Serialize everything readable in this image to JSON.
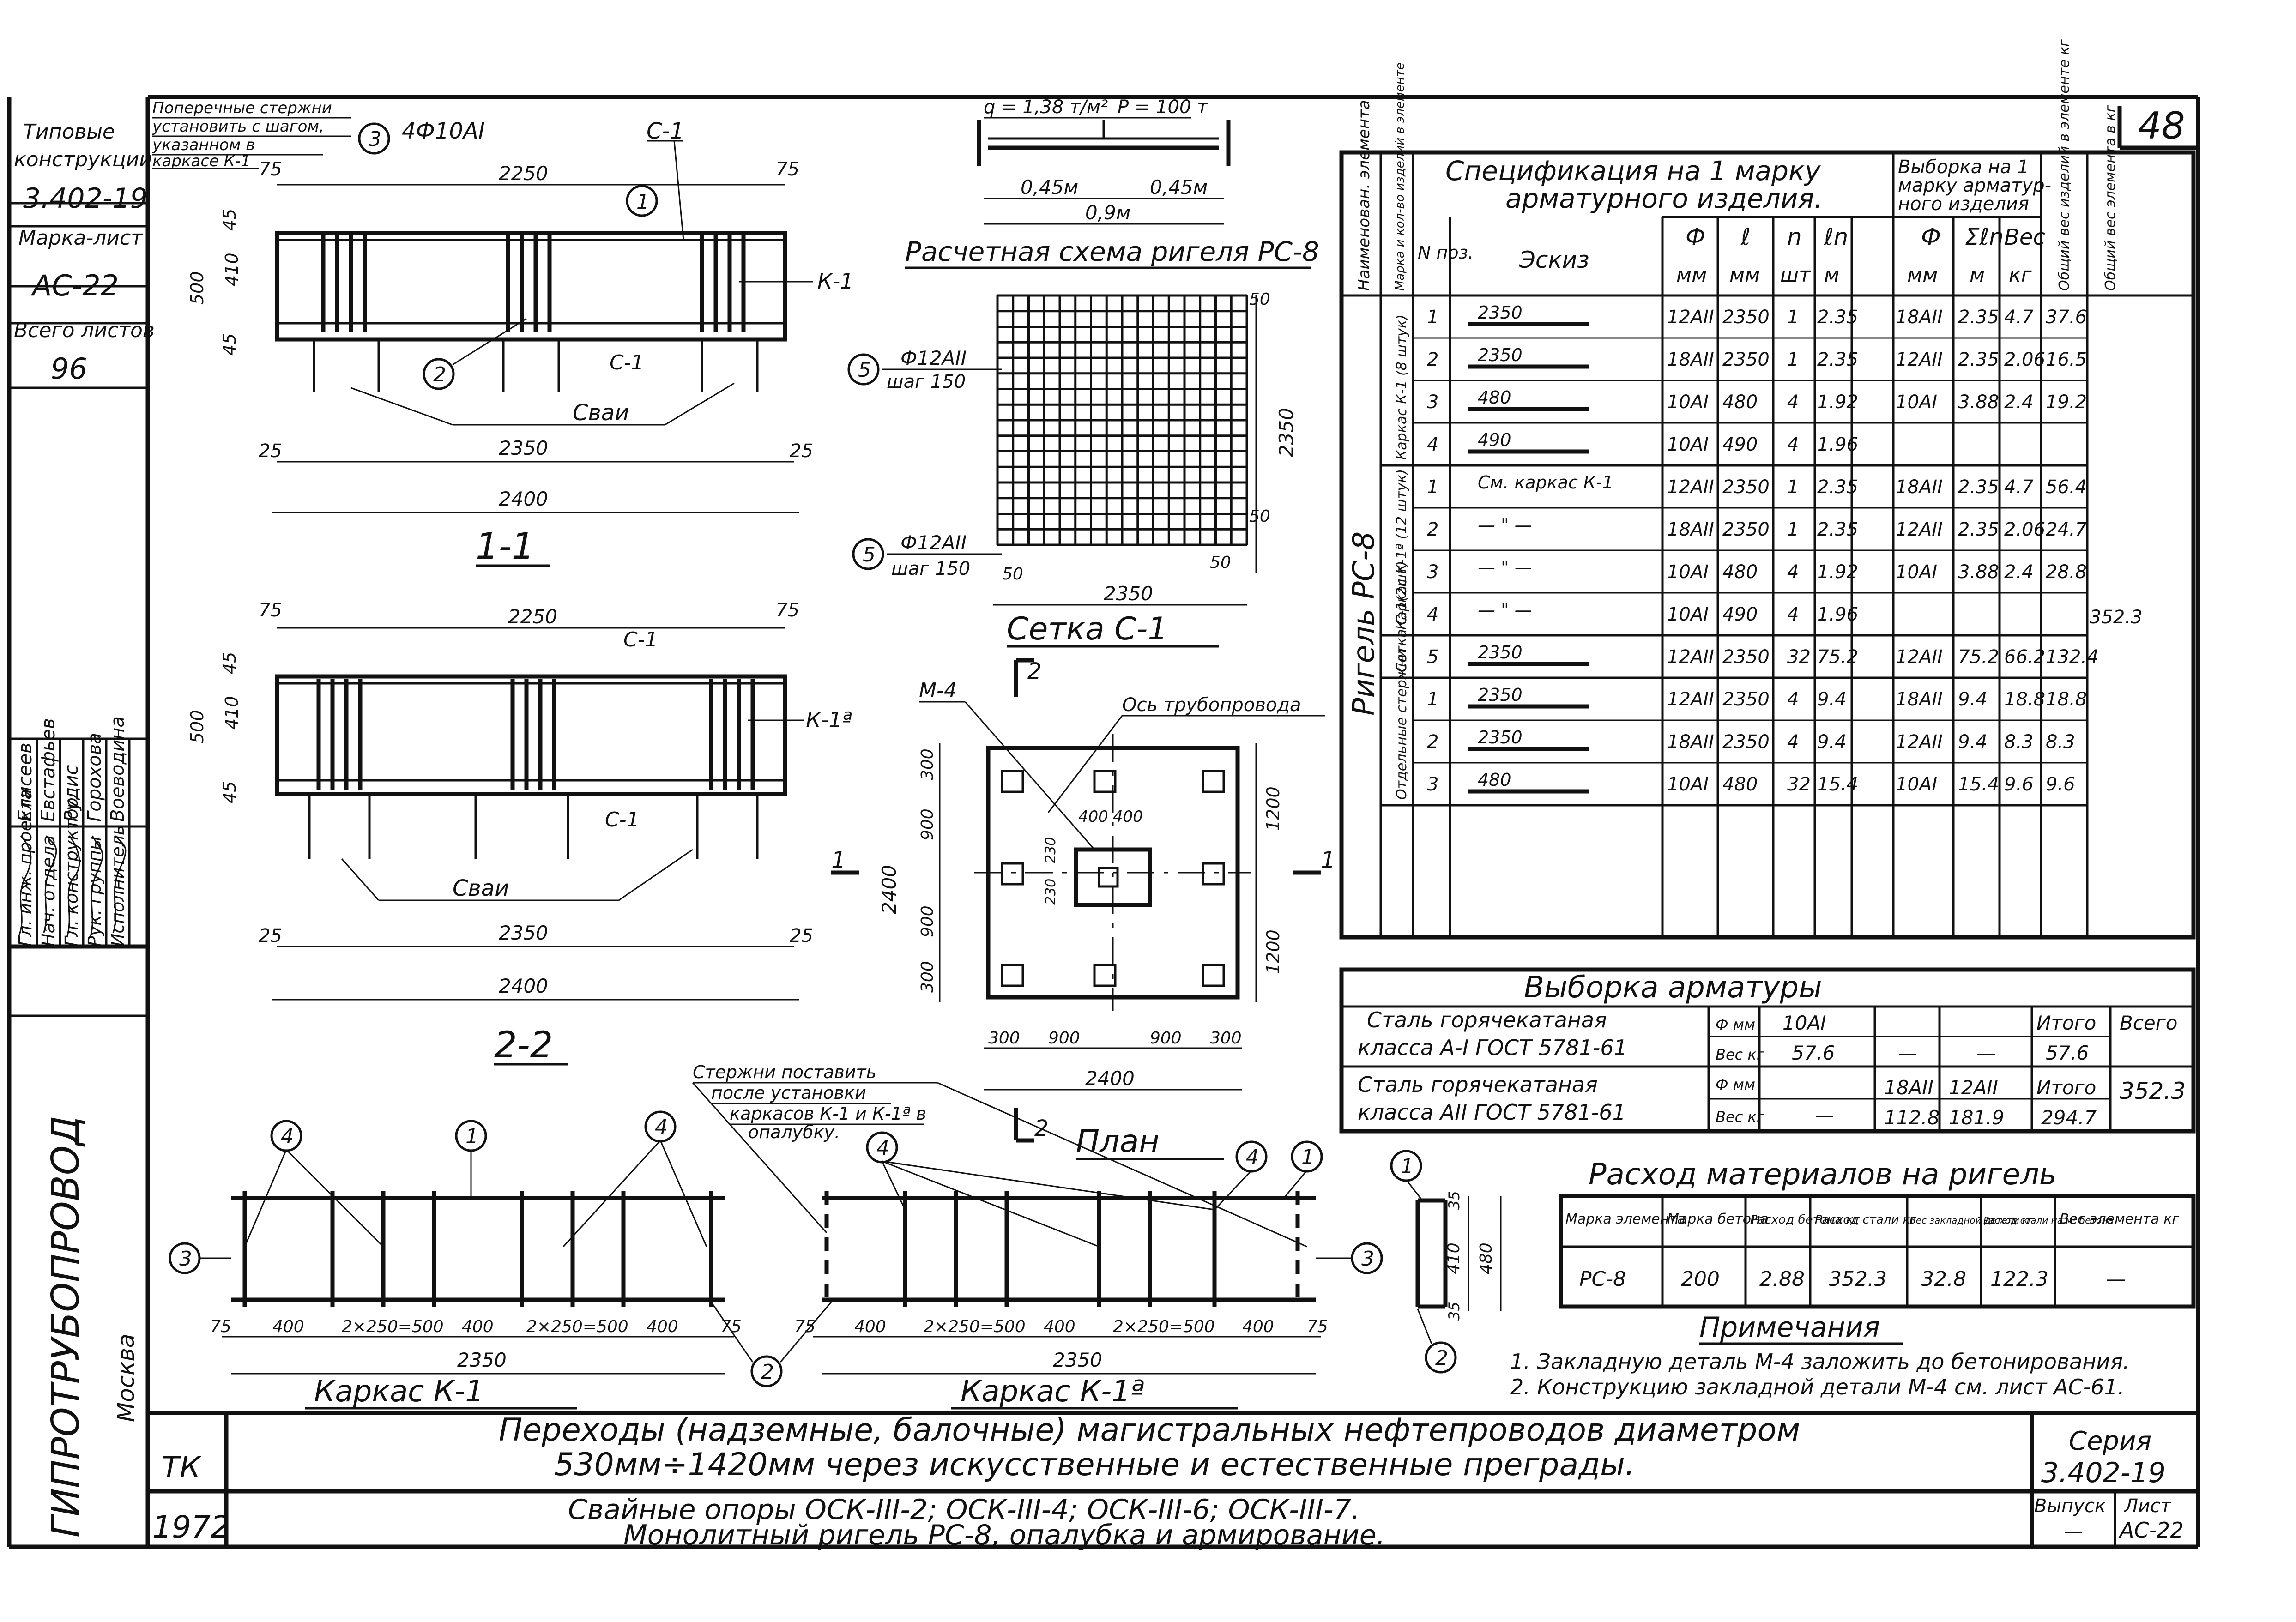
{
  "page_number": "48",
  "stamp": {
    "type_label_1": "Типовые",
    "type_label_2": "конструкции",
    "series": "3.402-19",
    "mark_label": "Марка-лист",
    "mark": "АС-22",
    "total_label": "Всего листов",
    "total": "96"
  },
  "section_1_1": {
    "note_1": "Поперечные стержни",
    "note_2": "установить с шагом,",
    "note_3": "указанном в",
    "note_4": "каркасе К-1",
    "bar": "4Ф10АI",
    "c1": "С-1",
    "k1": "К-1",
    "piles": "Сваи",
    "d75a": "75",
    "d75b": "75",
    "d2250": "2250",
    "d45a": "45",
    "d45b": "45",
    "d410": "410",
    "d500": "500",
    "d25a": "25",
    "d25b": "25",
    "d2350": "2350",
    "d2400": "2400",
    "title": "1-1"
  },
  "section_2_2": {
    "c1": "С-1",
    "k1a": "К-1ª",
    "piles": "Сваи",
    "d75a": "75",
    "d75b": "75",
    "d2250": "2250",
    "d45a": "45",
    "d45b": "45",
    "d410": "410",
    "d500": "500",
    "d25a": "25",
    "d25b": "25",
    "d2350": "2350",
    "d2400": "2400",
    "title": "2-2"
  },
  "calc_scheme": {
    "q": "q = 1,38 т/м²",
    "p": "P = 100 т",
    "d045a": "0,45м",
    "d045b": "0,45м",
    "d09": "0,9м",
    "title": "Расчетная схема ригеля РС-8"
  },
  "mesh": {
    "bar_top": "Ф12АII",
    "step_top": "шаг 150",
    "bar_bottom": "Ф12АII",
    "step_bottom": "шаг 150",
    "d50a": "50",
    "d50b": "50",
    "d50c": "50",
    "d50d": "50",
    "d2350v": "2350",
    "d2350h": "2350",
    "title": "Сетка С-1"
  },
  "plan": {
    "m4": "М-4",
    "axis": "Ось трубопровода",
    "sec_top": "2",
    "sec_bottom": "2",
    "sec_left": "1",
    "sec_right": "1",
    "d400a": "400",
    "d400b": "400",
    "d230a": "230",
    "d230b": "230",
    "d300a": "300",
    "d900a": "900",
    "d900b": "900",
    "d300b": "300",
    "d2400v": "2400",
    "d1200a": "1200",
    "d1200b": "1200",
    "h300a": "300",
    "h900a": "900",
    "h900b": "900",
    "h300b": "300",
    "d2400h": "2400",
    "title": "План"
  },
  "cage_k1": {
    "d75a": "75",
    "d400a": "400",
    "d500a": "2×250=500",
    "d400b": "400",
    "d500b": "2×250=500",
    "d400c": "400",
    "d75b": "75",
    "d2350": "2350",
    "title": "Каркас К-1"
  },
  "cage_k1a": {
    "note_1": "Стержни поставить",
    "note_2": "после установки",
    "note_3": "каркасов К-1 и К-1ª в",
    "note_4": "опалубку.",
    "d75a": "75",
    "d400a": "400",
    "d500a": "2×250=500",
    "d400b": "400",
    "d500b": "2×250=500",
    "d400c": "400",
    "d75b": "75",
    "d2350": "2350",
    "title": "Каркас К-1ª"
  },
  "small_detail": {
    "d35a": "35",
    "d410": "410",
    "d480": "480",
    "d35b": "35"
  },
  "specification": {
    "h_element": "Наименован. элемента",
    "h_mark": "Марка и кол-во изделий в элементе",
    "title_1": "Спецификация на 1 марку",
    "title_2": "арматурного изделия.",
    "sample_title_1": "Выборка на 1",
    "sample_title_2": "марку арматур-",
    "sample_title_3": "ного изделия",
    "h_total_weight": "Общий вес изделий в элементе кг",
    "h_element_weight": "Общий вес элемента в кг",
    "h_pos": "N поз.",
    "h_sketch": "Эскиз",
    "h_phi": "Ф",
    "h_phi_unit": "мм",
    "h_l": "ℓ",
    "h_l_unit": "мм",
    "h_n": "n",
    "h_n_unit": "шт",
    "h_ln": "ℓn",
    "h_ln_unit": "м",
    "h_sphi": "Ф",
    "h_sphi_unit": "мм",
    "h_sln": "Σℓn",
    "h_sln_unit": "м",
    "h_w": "Вес",
    "h_w_unit": "кг",
    "element_name": "Ригель РС-8",
    "element_total": "352.3",
    "groups": [
      {
        "name": "Каркас К-1 (8 штук)",
        "rows": [
          {
            "pos": "1",
            "sketch": "2350",
            "phi": "12АII",
            "l": "2350",
            "n": "1",
            "ln": "2.35",
            "sphi": "18АII",
            "sln": "2.35",
            "w": "4.7",
            "tw": "37.6"
          },
          {
            "pos": "2",
            "sketch": "2350",
            "phi": "18АII",
            "l": "2350",
            "n": "1",
            "ln": "2.35",
            "sphi": "12АII",
            "sln": "2.35",
            "w": "2.06",
            "tw": "16.5"
          },
          {
            "pos": "3",
            "sketch": "480",
            "phi": "10АI",
            "l": "480",
            "n": "4",
            "ln": "1.92",
            "sphi": "10АI",
            "sln": "3.88",
            "w": "2.4",
            "tw": "19.2"
          },
          {
            "pos": "4",
            "sketch": "490",
            "phi": "10АI",
            "l": "490",
            "n": "4",
            "ln": "1.96",
            "sphi": "",
            "sln": "",
            "w": "",
            "tw": ""
          }
        ]
      },
      {
        "name": "Каркас К-1ª (12 штук)",
        "rows": [
          {
            "pos": "1",
            "sketch": "См. каркас К-1",
            "phi": "12АII",
            "l": "2350",
            "n": "1",
            "ln": "2.35",
            "sphi": "18АII",
            "sln": "2.35",
            "w": "4.7",
            "tw": "56.4"
          },
          {
            "pos": "2",
            "sketch": "— \" —",
            "phi": "18АII",
            "l": "2350",
            "n": "1",
            "ln": "2.35",
            "sphi": "12АII",
            "sln": "2.35",
            "w": "2.06",
            "tw": "24.7"
          },
          {
            "pos": "3",
            "sketch": "— \" —",
            "phi": "10АI",
            "l": "480",
            "n": "4",
            "ln": "1.92",
            "sphi": "10АI",
            "sln": "3.88",
            "w": "2.4",
            "tw": "28.8"
          },
          {
            "pos": "4",
            "sketch": "— \" —",
            "phi": "10АI",
            "l": "490",
            "n": "4",
            "ln": "1.96",
            "sphi": "",
            "sln": "",
            "w": "",
            "tw": ""
          }
        ]
      },
      {
        "name": "Сетка С-1(2шт)",
        "rows": [
          {
            "pos": "5",
            "sketch": "2350",
            "phi": "12АII",
            "l": "2350",
            "n": "32",
            "ln": "75.2",
            "sphi": "12АII",
            "sln": "75.2",
            "w": "66.2",
            "tw": "132.4"
          }
        ]
      },
      {
        "name": "Отдельные стержни",
        "rows": [
          {
            "pos": "1",
            "sketch": "2350",
            "phi": "12АII",
            "l": "2350",
            "n": "4",
            "ln": "9.4",
            "sphi": "18АII",
            "sln": "9.4",
            "w": "18.8",
            "tw": "18.8"
          },
          {
            "pos": "2",
            "sketch": "2350",
            "phi": "18АII",
            "l": "2350",
            "n": "4",
            "ln": "9.4",
            "sphi": "12АII",
            "sln": "9.4",
            "w": "8.3",
            "tw": "8.3"
          },
          {
            "pos": "3",
            "sketch": "480",
            "phi": "10АI",
            "l": "480",
            "n": "32",
            "ln": "15.4",
            "sphi": "10АI",
            "sln": "15.4",
            "w": "9.6",
            "tw": "9.6"
          }
        ]
      }
    ]
  },
  "rebar_sample": {
    "title": "Выборка арматуры",
    "row1_label_1": "Сталь горячекатаная",
    "row1_label_2": "класса А-I ГОСТ 5781-61",
    "row2_label_1": "Сталь горячекатаная",
    "row2_label_2": "класса АII ГОСТ 5781-61",
    "u_phi_1": "Ф мм",
    "u_w_1": "Вес кг",
    "u_phi_2": "Ф мм",
    "u_w_2": "Вес кг",
    "r1_c1": "10АI",
    "r1_c1w": "57.6",
    "r1_c2w": "—",
    "r1_c3w": "—",
    "r1_total_label": "Итого",
    "r1_total": "57.6",
    "grand_label": "Всего",
    "grand_total": "352.3",
    "r2_c1w": "—",
    "r2_c2": "18АII",
    "r2_c2w": "112.8",
    "r2_c3": "12АII",
    "r2_c3w": "181.9",
    "r2_total_label": "Итого",
    "r2_total": "294.7"
  },
  "materials": {
    "title": "Расход материалов на ригель",
    "h1": "Марка элемента",
    "h2": "Марка бетона",
    "h3": "Расход бетона кг",
    "h4": "Расход стали кг",
    "h5": "Вес закладной детали кг",
    "h6": "Расход стали на м³ бетона",
    "h7": "Вес элемента кг",
    "v1": "РС-8",
    "v2": "200",
    "v3": "2.88",
    "v4": "352.3",
    "v5": "32.8",
    "v6": "122.3",
    "v7": "—"
  },
  "notes": {
    "title": "Примечания",
    "n1": "1. Закладную деталь М-4 заложить до бетонирования.",
    "n2": "2. Конструкцию закладной детали М-4 см. лист АС-61."
  },
  "signatures": {
    "r1": "Гл. инж. проекта",
    "r2": "Нач. отдела",
    "r3": "Гл. конструктор",
    "r4": "Рук. группы",
    "r5": "Исполнитель",
    "n1": "Елисеев",
    "n2": "Евстафьев",
    "n3": "Рудис",
    "n4": "Горохова",
    "n5": "Воеводина"
  },
  "org": {
    "name": "ГИПРОТРУБОПРОВОД",
    "city": "Москва"
  },
  "title_block": {
    "tk": "ТК",
    "year": "1972",
    "line1": "Переходы (надземные, балочные) магистральных нефтепроводов диаметром",
    "line2": "530мм÷1420мм через искусственные и естественные преграды.",
    "line3": "Свайные опоры ОСК-III-2; ОСК-III-4; ОСК-III-6; ОСК-III-7.",
    "line4": "Монолитный ригель РС-8, опалубка и армирование.",
    "series_label": "Серия",
    "series": "3.402-19",
    "issue_label": "Выпуск",
    "issue": "—",
    "sheet_label": "Лист",
    "sheet": "АС-22"
  }
}
